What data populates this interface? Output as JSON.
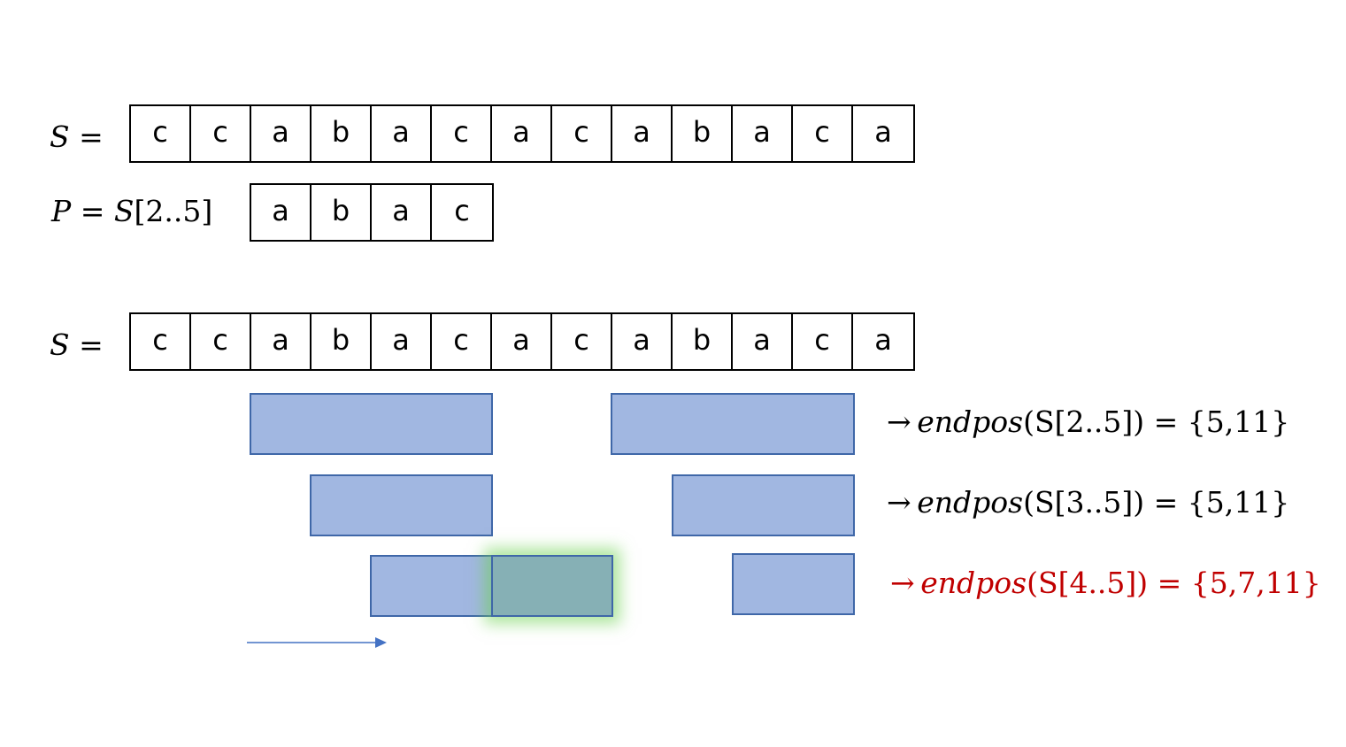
{
  "top": {
    "s_label": "S =",
    "string_chars": [
      "c",
      "c",
      "a",
      "b",
      "a",
      "c",
      "a",
      "c",
      "a",
      "b",
      "a",
      "c",
      "a"
    ],
    "p_label": "P = S[2..5]",
    "pattern_chars": [
      "a",
      "b",
      "a",
      "c"
    ]
  },
  "bottom": {
    "s_label": "S =",
    "string_chars": [
      "c",
      "c",
      "a",
      "b",
      "a",
      "c",
      "a",
      "c",
      "a",
      "b",
      "a",
      "c",
      "a"
    ]
  },
  "results": [
    {
      "arrow": "→",
      "func": "endpos",
      "arg": "(S[2..5]) = {5,11}",
      "color": "#000000"
    },
    {
      "arrow": "→",
      "func": "endpos",
      "arg": "(S[3..5]) = {5,11}",
      "color": "#000000"
    },
    {
      "arrow": "→",
      "func": "endpos",
      "arg": "(S[4..5]) = {5,7,11}",
      "color": "#c00000"
    }
  ],
  "colors": {
    "bar_fill": "#a1b7e1",
    "bar_border": "#3f67a8",
    "overlap_fill": "#86b0b5",
    "glow": "#6ed250",
    "arrow": "#4472c4",
    "highlight_text": "#c00000"
  }
}
